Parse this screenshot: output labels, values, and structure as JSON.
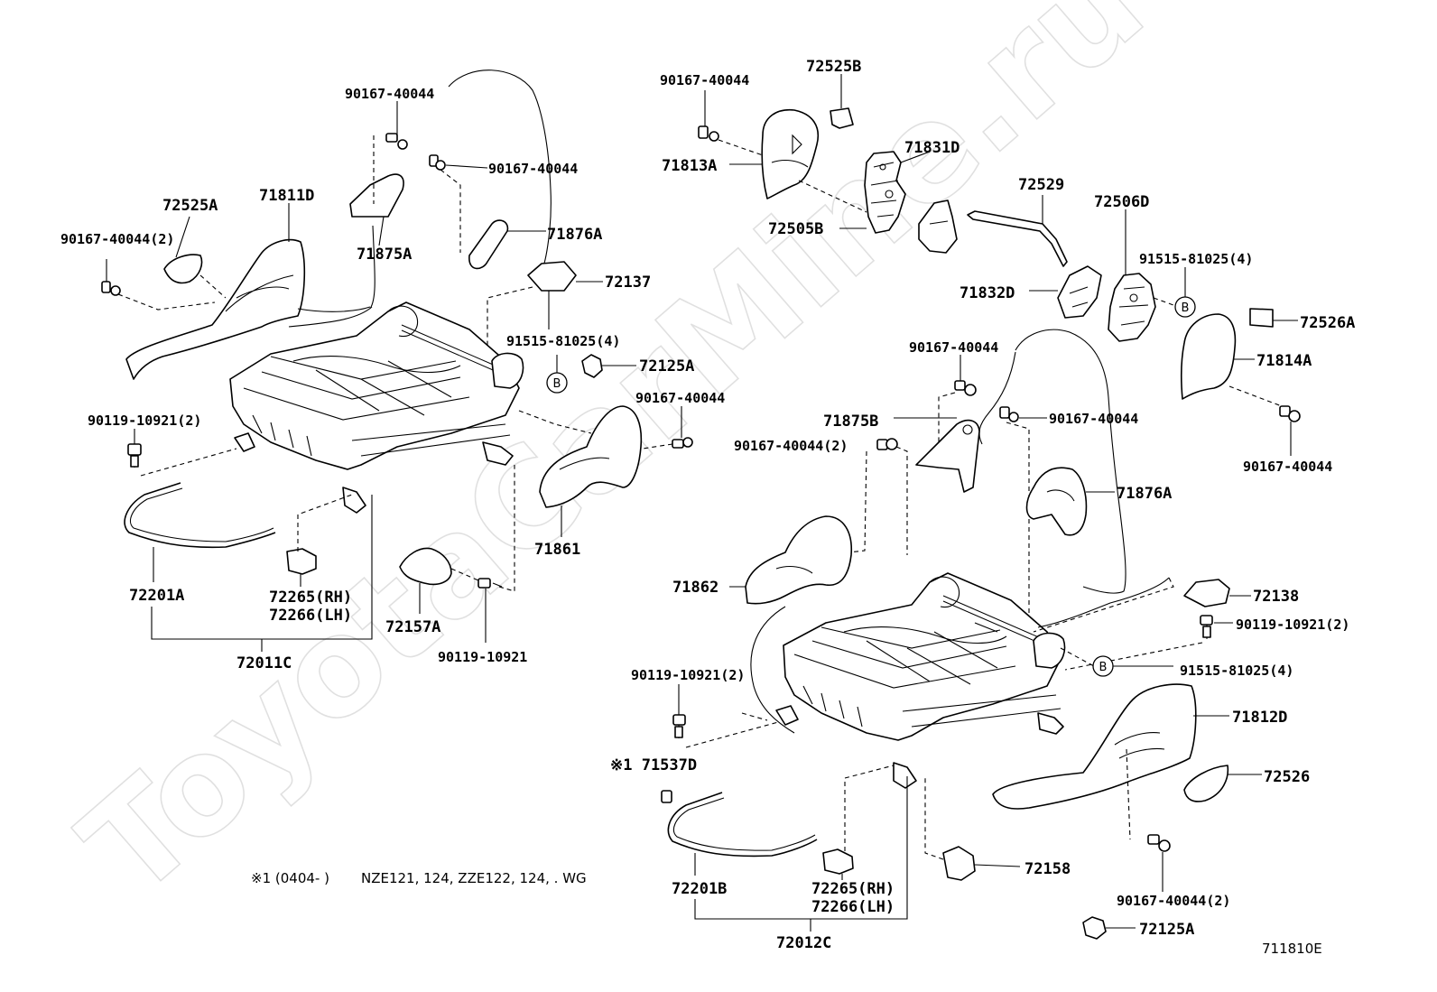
{
  "watermark": "ToyotaCarMine.ru",
  "note_code": "※1 (0404-   )",
  "note_models": "NZE121, 124, ZZE122, 124, . WG",
  "diagram_id": "711810E",
  "ref_marker": "B",
  "labels": {
    "l1": "90167-40044",
    "l2": "90167-40044",
    "l3": "72525A",
    "l4": "71811D",
    "l5": "90167-40044(2)",
    "l6": "71875A",
    "l7": "71876A",
    "l8": "72137",
    "l9": "91515-81025(4)",
    "l10": "72125A",
    "l11": "90119-10921(2)",
    "l12": "90167-40044",
    "l13": "71861",
    "l14": "72201A",
    "l15": "72265(RH)",
    "l16": "72266(LH)",
    "l17": "72157A",
    "l18": "90119-10921",
    "l19": "72011C",
    "r1": "90167-40044",
    "r2": "72525B",
    "r3": "71813A",
    "r4": "71831D",
    "r5": "72505B",
    "r6": "72529",
    "r7": "72506D",
    "r8": "91515-81025(4)",
    "r9": "71832D",
    "r10": "72526A",
    "r11": "71814A",
    "r12": "90167-40044",
    "r13": "90167-40044",
    "r14": "71875B",
    "r15": "90167-40044(2)",
    "r16": "90167-40044",
    "r17": "71876A",
    "r18": "71862",
    "r19": "72138",
    "r20": "90119-10921(2)",
    "r21": "91515-81025(4)",
    "r22": "90119-10921(2)",
    "r23": "71812D",
    "r24": "※1 71537D",
    "r25": "72526",
    "r26": "72201B",
    "r27": "72265(RH)",
    "r28": "72266(LH)",
    "r29": "72158",
    "r30": "90167-40044(2)",
    "r31": "72125A",
    "r32": "72012C"
  }
}
